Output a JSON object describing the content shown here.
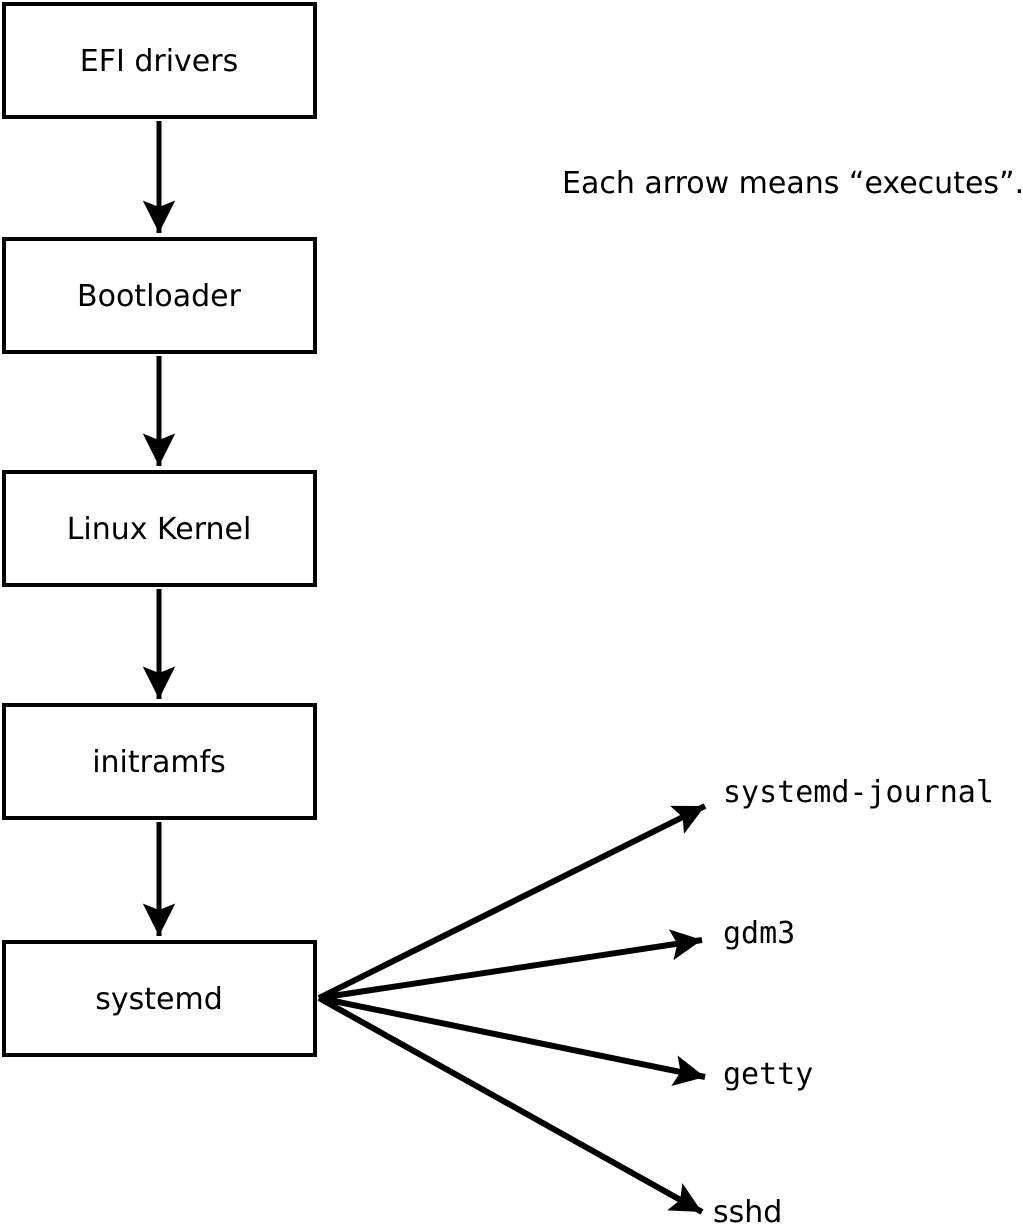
{
  "diagram": {
    "caption": "Each arrow means “executes”.",
    "chain": [
      {
        "id": "efi-drivers",
        "label": "EFI drivers"
      },
      {
        "id": "bootloader",
        "label": "Bootloader"
      },
      {
        "id": "linux-kernel",
        "label": "Linux Kernel"
      },
      {
        "id": "initramfs",
        "label": "initramfs"
      },
      {
        "id": "systemd",
        "label": "systemd"
      }
    ],
    "leaves": [
      {
        "id": "systemd-journal",
        "label": "systemd-journal"
      },
      {
        "id": "gdm3",
        "label": "gdm3"
      },
      {
        "id": "getty",
        "label": "getty"
      },
      {
        "id": "sshd",
        "label": "sshd"
      }
    ]
  },
  "colors": {
    "background": "#ffffff",
    "box_fill": "#ffffff",
    "stroke": "#000000",
    "text": "#000000"
  }
}
